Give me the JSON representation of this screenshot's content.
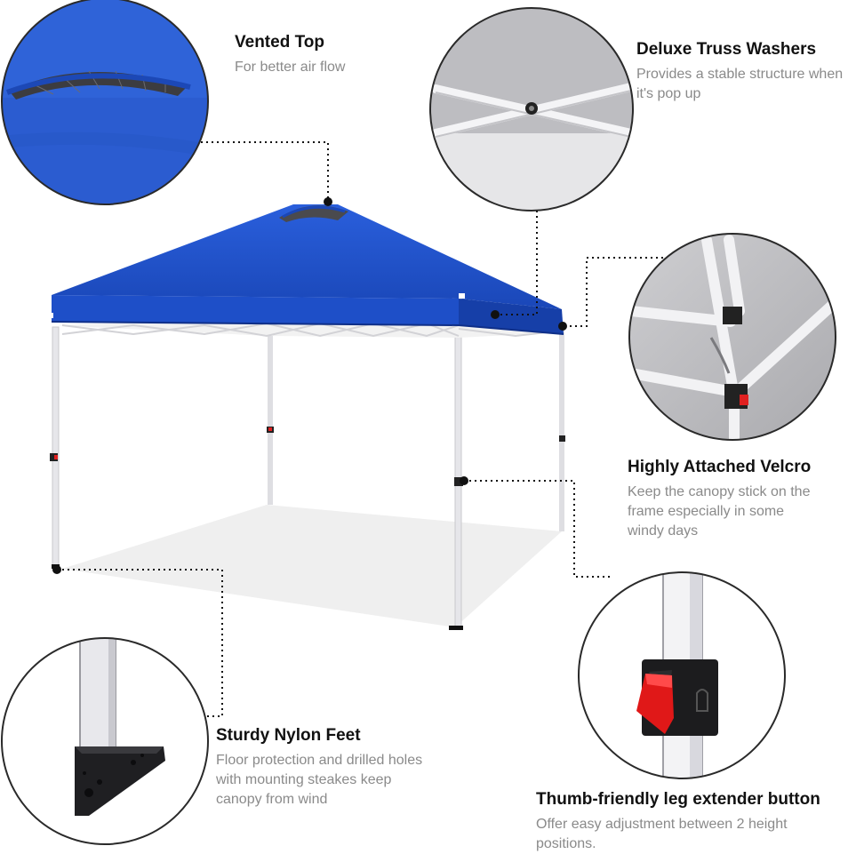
{
  "colors": {
    "canopy": "#1e4fc8",
    "canopy_dark": "#163a9e",
    "frame": "#e9e9ec",
    "shadow": "#efefef",
    "button_red": "#e02020",
    "title_text": "#111111",
    "body_text": "#8a8a8a",
    "connector": "#111111"
  },
  "callouts": {
    "vented_top": {
      "title": "Vented Top",
      "desc": "For better air flow"
    },
    "truss_washers": {
      "title": "Deluxe Truss Washers",
      "desc": "Provides a stable structure when it's pop up"
    },
    "velcro": {
      "title": "Highly Attached Velcro",
      "desc": "Keep the canopy stick on the frame especially in some windy days"
    },
    "nylon_feet": {
      "title": "Sturdy Nylon Feet",
      "desc": "Floor protection and drilled holes with mounting steakes keep canopy from wind"
    },
    "leg_extender": {
      "title": "Thumb-friendly leg extender button",
      "desc": "Offer easy adjustment between 2 height positions."
    }
  },
  "icons": [
    "vent-detail-image",
    "truss-washer-detail-image",
    "velcro-detail-image",
    "nylon-foot-detail-image",
    "leg-extender-button-detail-image",
    "canopy-tent-image"
  ]
}
